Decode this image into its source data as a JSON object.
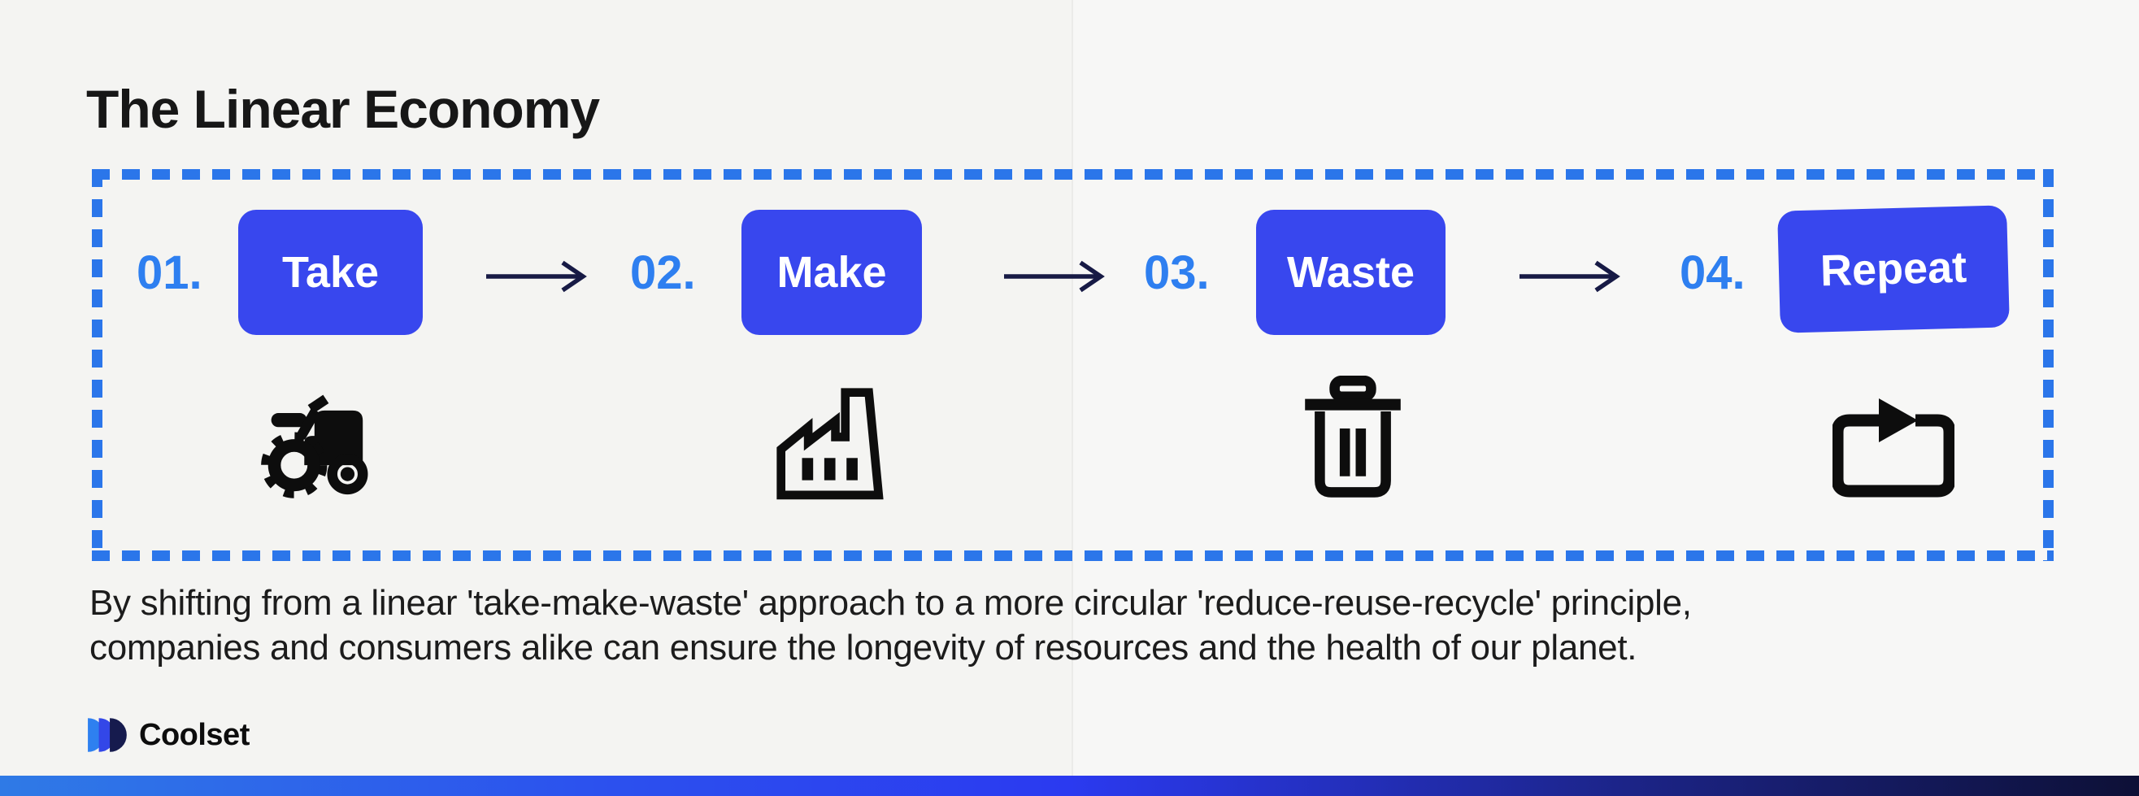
{
  "title": "The Linear Economy",
  "steps": [
    {
      "number": "01.",
      "label": "Take",
      "icon": "tractor-icon"
    },
    {
      "number": "02.",
      "label": "Make",
      "icon": "factory-icon"
    },
    {
      "number": "03.",
      "label": "Waste",
      "icon": "trash-icon"
    },
    {
      "number": "04.",
      "label": "Repeat",
      "icon": "repeat-loop-icon"
    }
  ],
  "description": {
    "line1": "By shifting from a linear 'take-make-waste' approach to a more circular 'reduce-reuse-recycle' principle,",
    "line2": "companies and consumers alike can ensure the longevity of resources and the health of our planet."
  },
  "footer": {
    "brand": "Coolset"
  },
  "colors": {
    "background": "#f4f4f2",
    "button_blue": "#3847ee",
    "number_blue": "#2e7ff0",
    "dashed_border_blue": "#2b76ea",
    "arrow_navy": "#171a45",
    "icon_black": "#0d0d0d",
    "text_dark": "#1c1c1c",
    "logo_light_blue": "#2e80f0",
    "logo_royal_blue": "#3347e8",
    "logo_navy": "#161b4e",
    "bottom_bar_gradient": [
      "#2f7ae6",
      "#2b3af0",
      "#0d1036"
    ]
  }
}
